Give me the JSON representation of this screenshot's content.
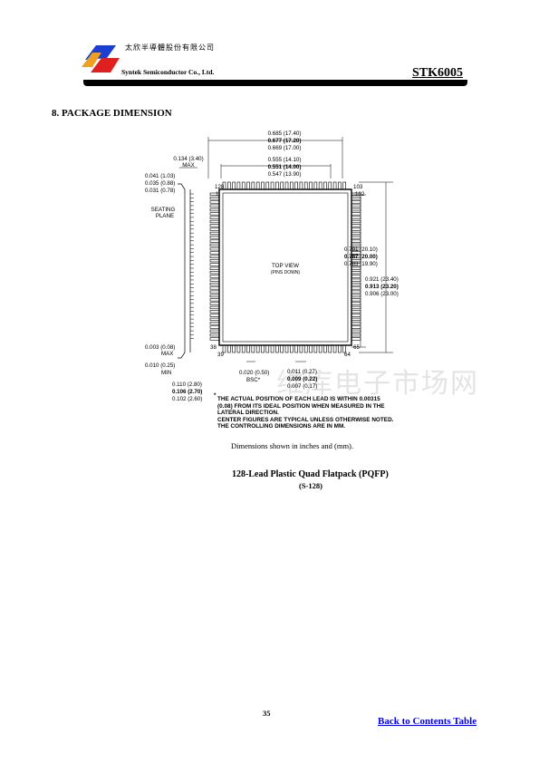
{
  "header": {
    "company_cn": "太欣半導體股份有限公司",
    "company_en": "Syntek Semiconductor Co., Ltd.",
    "product": "STK6005",
    "logo_icon": "syntek-logo-icon"
  },
  "section": {
    "title": "8. PACKAGE DIMENSION"
  },
  "drawing": {
    "top_dims": [
      "0.685 (17.40)",
      "0.677 (17.20)",
      "0.669 (17.00)"
    ],
    "inner_dims": [
      "0.555 (14.10)",
      "0.551 (14.00)",
      "0.547 (13.90)"
    ],
    "height_max": [
      "0.134 (3.40)",
      "MAX"
    ],
    "lead_dims": [
      "0.041 (1.03)",
      "0.035 (0.88)",
      "0.031 (0.78)"
    ],
    "seating": [
      "SEATING",
      "PLANE"
    ],
    "coplanarity": [
      "0.003 (0.08)",
      "MAX"
    ],
    "standoff": [
      "0.010 (0.25)",
      "MIN"
    ],
    "thickness": [
      "0.110 (2.80)",
      "0.106 (2.70)",
      "0.102 (2.60)"
    ],
    "pitch": [
      "0.020 (0.50)",
      "BSC*"
    ],
    "lead_width": [
      "0.011 (0.27)",
      "0.009 (0.22)",
      "0.007 (0.17)"
    ],
    "right_inner": [
      "0.791 (20.10)",
      "0.787 (20.00)",
      "0.783 (19.90)"
    ],
    "right_outer": [
      "0.921 (23.40)",
      "0.913 (23.20)",
      "0.906 (23.00)"
    ],
    "pin_labels": [
      "128",
      "103",
      "1",
      "102",
      "38",
      "65",
      "39",
      "64"
    ],
    "top_view": [
      "TOP VIEW",
      "(PINS DOWN)"
    ],
    "note_star": "*",
    "notes": [
      "THE ACTUAL POSITION OF EACH LEAD IS WITHIN 0.00315",
      "(0.08) FROM ITS IDEAL POSITION WHEN MEASURED IN THE",
      "LATERAL DIRECTION.",
      "CENTER FIGURES ARE TYPICAL UNLESS OTHERWISE NOTED.",
      "THE CONTROLLING DIMENSIONS ARE IN MM."
    ]
  },
  "captions": {
    "units": "Dimensions shown in inches and (mm).",
    "package": "128-Lead Plastic Quad Flatpack (PQFP)",
    "code": "(S-128)"
  },
  "watermark": "维库电子市场网",
  "footer": {
    "page_number": "35",
    "back_link": "Back to Contents Table"
  }
}
